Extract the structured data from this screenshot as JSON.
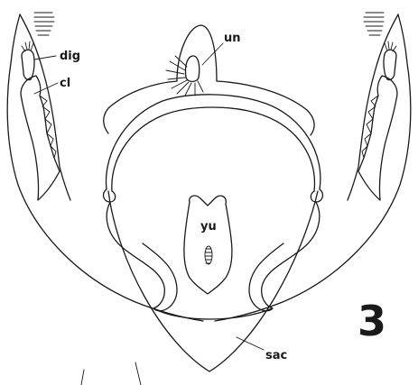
{
  "labels": {
    "uncus": "un",
    "digitus": "dig",
    "clasper": "cl",
    "juxta": "yu",
    "saccus": "sac"
  },
  "figure_number": "3"
}
